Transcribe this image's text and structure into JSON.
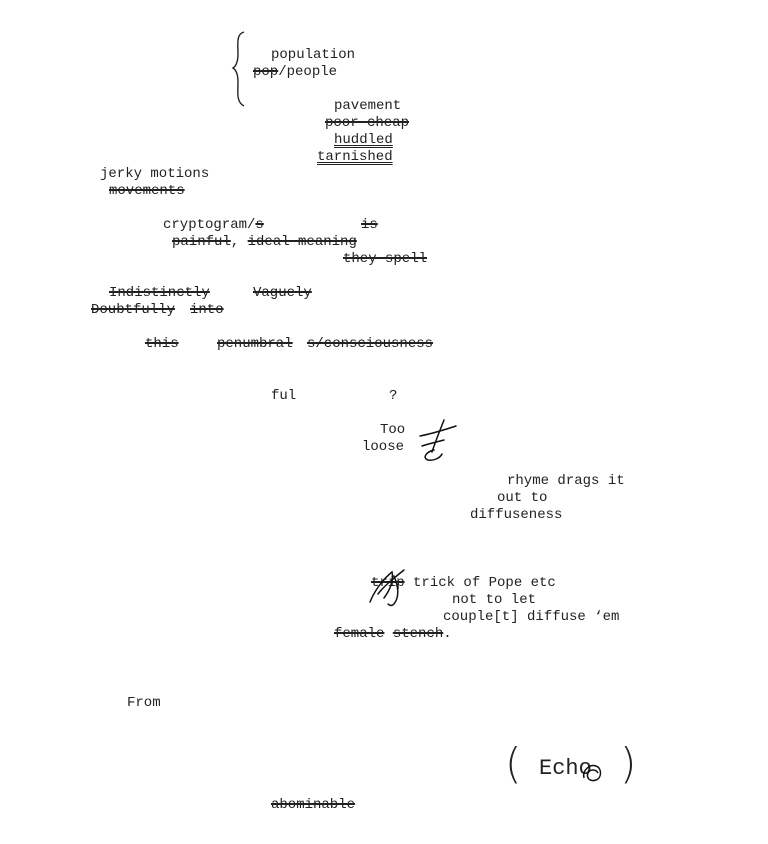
{
  "lines": {
    "population": "population",
    "pop": "pop",
    "slash_people": "/people",
    "pavement": "pavement",
    "poor_cheap": "poor cheap",
    "huddled": "huddled",
    "tarnished": "tarnished",
    "jerky_motions": "jerky motions",
    "movements": "movements",
    "cryptogram": "cryptogram/",
    "cryptogram_s": "s",
    "is": "is",
    "painful": "painful",
    "comma": ", ",
    "ideal_meaning": "ideal meaning",
    "they_spell": "they spell",
    "indistinctly": "Indistinctly",
    "vaguely": "Vaguely",
    "doubtfully": "Doubtfully",
    "into": "into",
    "this": "this",
    "penumbral": "penumbral",
    "consciousness": "s/consciousness",
    "ful": "ful",
    "question": "?",
    "too": "Too",
    "loose": "loose",
    "rhyme_drags_it": "rhyme drags it",
    "out_to": "out to",
    "diffuseness": "diffuseness",
    "trip": "trip",
    "trick_of_pope": " trick of Pope etc",
    "not_to_let": "not to let",
    "couplet_diffuse": "couple[t] diffuse ‘em",
    "female": "female",
    "stench": "stench",
    "period": ".",
    "from": "From",
    "open_paren": "(",
    "echo": "Echo",
    "close_paren": ")",
    "abominable": "abominable"
  }
}
